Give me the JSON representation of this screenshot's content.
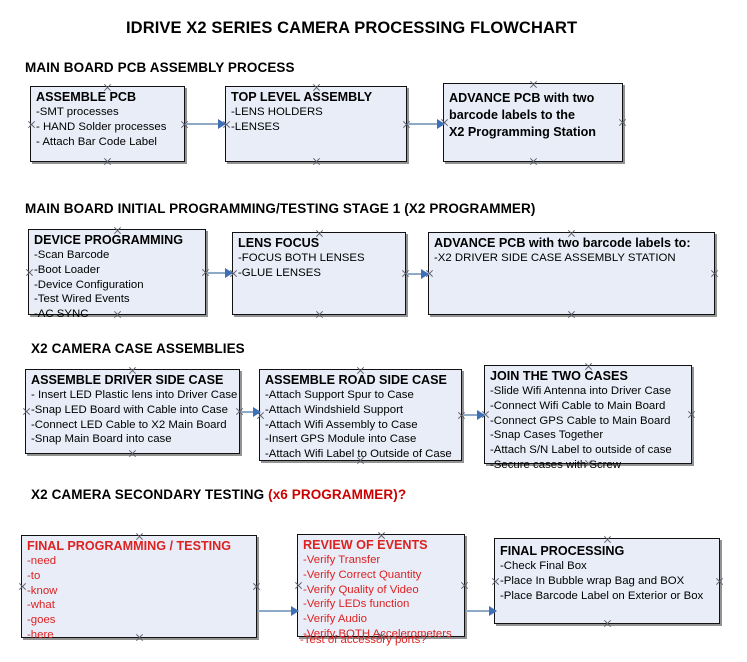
{
  "document": {
    "title": "IDRIVE X2  SERIES CAMERA PROCESSING FLOWCHART"
  },
  "sections": [
    {
      "heading": "MAIN BOARD PCB ASSEMBLY PROCESS",
      "heading_accent": "",
      "nodes": [
        {
          "title": "ASSEMBLE PCB",
          "lines": [
            "-SMT processes",
            "- HAND Solder processes",
            "- Attach Bar Code Label"
          ]
        },
        {
          "title": "TOP LEVEL ASSEMBLY",
          "lines": [
            "-LENS HOLDERS",
            "-LENSES"
          ]
        },
        {
          "title": "ADVANCE PCB with two\nbarcode labels to the\n X2 Programming Station",
          "lines": []
        }
      ]
    },
    {
      "heading": "MAIN BOARD INITIAL PROGRAMMING/TESTING STAGE 1 (X2 PROGRAMMER)",
      "heading_accent": "",
      "nodes": [
        {
          "title": "DEVICE PROGRAMMING",
          "lines": [
            "-Scan Barcode",
            "-Boot Loader",
            "-Device Configuration",
            "-Test Wired Events",
            "-AC SYNC"
          ]
        },
        {
          "title": "LENS FOCUS",
          "lines": [
            "-FOCUS BOTH LENSES",
            "-GLUE LENSES"
          ]
        },
        {
          "title": "ADVANCE PCB with two barcode labels to:",
          "lines": [
            "-X2 DRIVER  SIDE  CASE  ASSEMBLY STATION"
          ]
        }
      ]
    },
    {
      "heading": "X2 CAMERA CASE ASSEMBLIES",
      "heading_accent": "",
      "nodes": [
        {
          "title": "ASSEMBLE DRIVER SIDE CASE",
          "lines": [
            "- Insert LED Plastic lens into Driver Case",
            "-Snap LED Board with Cable into Case",
            "-Connect LED Cable to X2 Main Board",
            "-Snap Main Board into case"
          ]
        },
        {
          "title": "ASSEMBLE ROAD SIDE CASE",
          "lines": [
            "-Attach Support Spur to Case",
            "-Attach Windshield Support",
            "-Attach Wifi Assembly to Case",
            "-Insert GPS Module into Case",
            "-Attach Wifi Label to Outside of Case"
          ]
        },
        {
          "title": "JOIN THE TWO CASES",
          "lines": [
            "-Slide Wifi Antenna into Driver Case",
            "-Connect Wifi Cable to Main Board",
            "-Connect GPS Cable to Main Board",
            "-Snap Cases Together",
            "-Attach S/N Label to outside of case",
            "-Secure cases with Screw"
          ]
        }
      ]
    },
    {
      "heading": "X2 CAMERA SECONDARY TESTING ",
      "heading_accent": "(x6 PROGRAMMER)?",
      "nodes": [
        {
          "title": "FINAL PROGRAMMING / TESTING",
          "lines": [
            "-need",
            "-to",
            "-know",
            "-what",
            "-goes",
            "-here"
          ]
        },
        {
          "title": "REVIEW OF EVENTS",
          "lines": [
            "-Verify Transfer",
            "-Verify Correct Quantity",
            "-Verify Quality of Video",
            "-Verify LEDs function",
            "-Verify Audio",
            "-Verify BOTH Accelerometers"
          ],
          "overflow_line": "-Test of accessory ports?"
        },
        {
          "title": "FINAL PROCESSING",
          "lines": [
            " -Check Final Box",
            "-Place In Bubble wrap Bag and BOX",
            "-Place Barcode Label on Exterior or Box"
          ]
        }
      ]
    }
  ],
  "theme": {
    "node_fill": "#e8edf7",
    "node_border": "#111111",
    "connector_color": "#8faac6",
    "arrow_color": "#3f6fb5",
    "accent_red": "#cc0000",
    "text_red": "#dd2222"
  }
}
